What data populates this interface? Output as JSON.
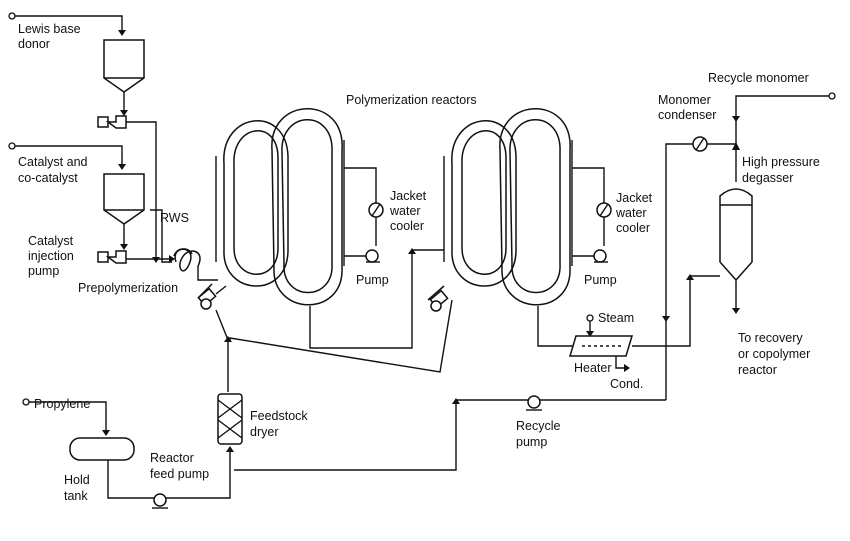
{
  "labels": {
    "lewis_base_donor": [
      "Lewis base",
      "donor"
    ],
    "catalyst": [
      "Catalyst and",
      "co-catalyst"
    ],
    "catalyst_pump": [
      "Catalyst",
      "injection",
      "pump"
    ],
    "rws": "RWS",
    "prepolymerization": "Prepolymerization",
    "polymerization_reactors": "Polymerization reactors",
    "jacket_cooler_1": [
      "Jacket",
      "water",
      "cooler"
    ],
    "jacket_cooler_2": [
      "Jacket",
      "water",
      "cooler"
    ],
    "pump_1": "Pump",
    "pump_2": "Pump",
    "recycle_monomer": "Recycle monomer",
    "monomer_condenser": [
      "Monomer",
      "condenser"
    ],
    "high_pressure_degasser": [
      "High pressure",
      "degasser"
    ],
    "steam": "Steam",
    "heater": "Heater",
    "cond": "Cond.",
    "to_recovery": [
      "To recovery",
      "or copolymer",
      "reactor"
    ],
    "recycle_pump": [
      "Recycle",
      "pump"
    ],
    "feedstock_dryer": [
      "Feedstock",
      "dryer"
    ],
    "reactor_feed_pump": [
      "Reactor",
      "feed pump"
    ],
    "propylene": "Propylene",
    "hold_tank": [
      "Hold",
      "tank"
    ]
  }
}
